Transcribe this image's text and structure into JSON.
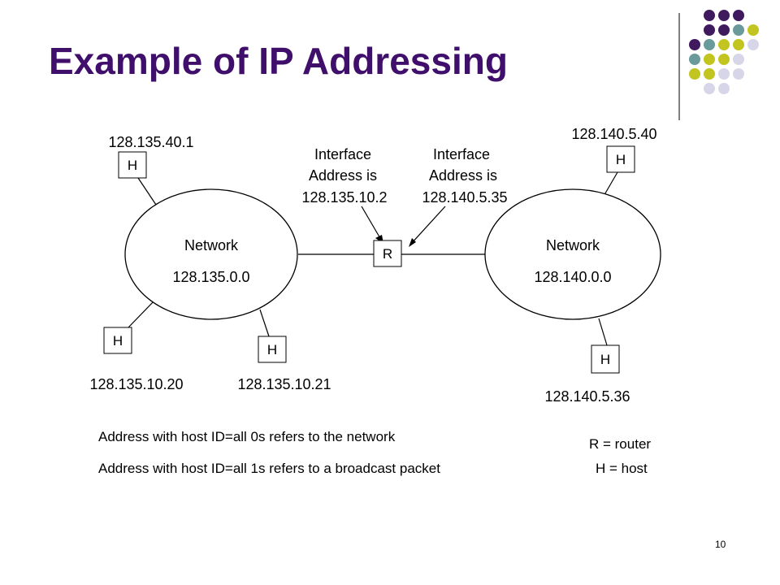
{
  "title": "Example of IP Addressing",
  "page_number": "10",
  "decor_colors": {
    "purple": "#3f1a5f",
    "teal": "#6b9a9a",
    "olive": "#c2c51f",
    "lavender": "#d6d6e8"
  },
  "networks": {
    "left": {
      "label": "Network",
      "address": "128.135.0.0"
    },
    "right": {
      "label": "Network",
      "address": "128.140.0.0"
    }
  },
  "router": {
    "label": "R"
  },
  "hosts": {
    "h1": {
      "label": "H",
      "address": "128.135.40.1"
    },
    "h2": {
      "label": "H",
      "address": "128.135.10.20"
    },
    "h3": {
      "label": "H",
      "address": "128.135.10.21"
    },
    "h4": {
      "label": "H",
      "address": "128.140.5.40"
    },
    "h5": {
      "label": "H",
      "address": "128.140.5.36"
    }
  },
  "interfaces": {
    "left": {
      "line1": "Interface",
      "line2": "Address is",
      "line3": "128.135.10.2"
    },
    "right": {
      "line1": "Interface",
      "line2": "Address is",
      "line3": "128.140.5.35"
    }
  },
  "notes": {
    "zeros": "Address with host ID=all 0s refers to the network",
    "ones": "Address with host ID=all 1s refers to a broadcast packet"
  },
  "legend": {
    "router": "R = router",
    "host": "H = host"
  }
}
